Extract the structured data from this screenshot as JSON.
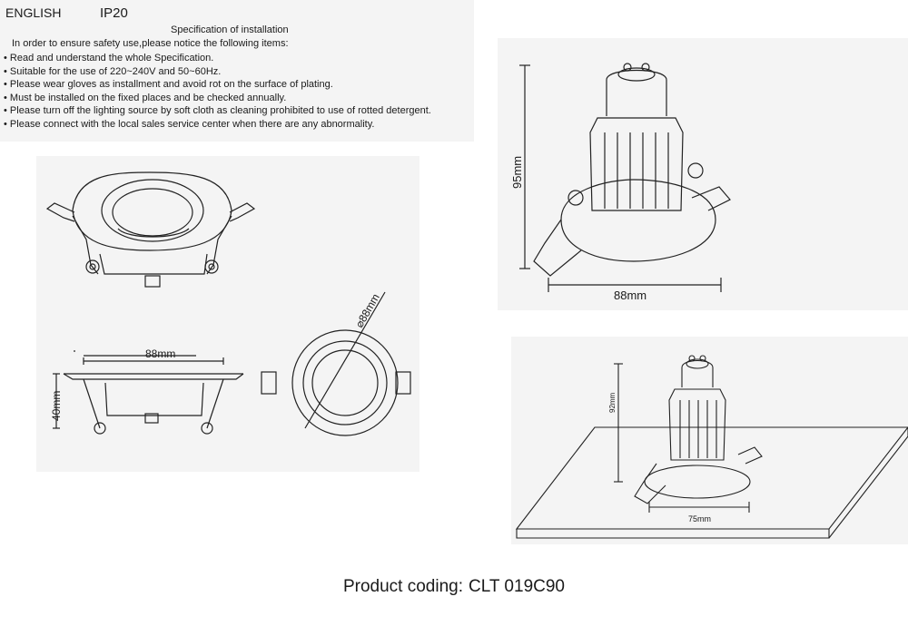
{
  "header": {
    "language": "ENGLISH",
    "rating": "IP20"
  },
  "spec": {
    "title": "Specification of installation",
    "intro": "In order to ensure safety use,please notice the following items:",
    "items": [
      "Read and understand the whole Specification.",
      "Suitable for the use of 220~240V and 50~60Hz.",
      "Please wear gloves as installment and avoid rot on the surface of plating.",
      "Must be installed on the fixed places and be checked annually.",
      "Please turn off the lighting source by soft cloth as cleaning prohibited to use of rotted detergent.",
      "Please connect with the local sales service center when there are any abnormality."
    ]
  },
  "dimensions": {
    "front_width": "88mm",
    "front_height": "40mm",
    "top_diameter": "⌀88mm",
    "assembled_height": "95mm",
    "assembled_width": "88mm",
    "install_height": "92mm",
    "cutout": "75mm"
  },
  "footer": {
    "label": "Product coding:",
    "code": "CLT 019C90"
  }
}
